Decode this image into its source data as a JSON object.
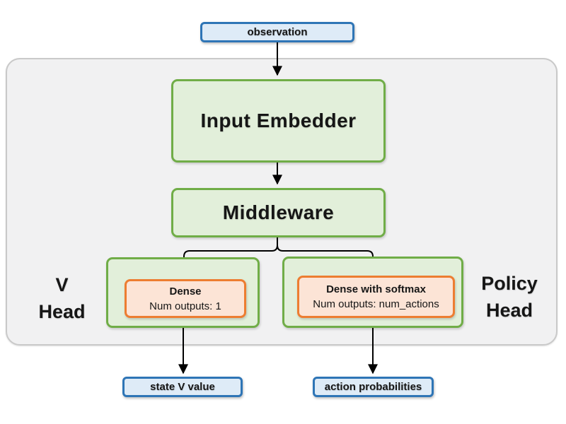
{
  "diagram": {
    "nodes": {
      "observation": {
        "label": "observation"
      },
      "input_embedder": {
        "label": "Input Embedder"
      },
      "middleware": {
        "label": "Middleware"
      },
      "v_head": {
        "label": "V\nHead",
        "dense": {
          "title": "Dense",
          "subtitle": "Num outputs: 1"
        }
      },
      "policy_head": {
        "label": "Policy\nHead",
        "dense": {
          "title": "Dense with softmax",
          "subtitle": "Num outputs: num_actions"
        }
      },
      "state_v_value": {
        "label": "state V value"
      },
      "action_probabilities": {
        "label": "action probabilities"
      }
    },
    "edges": [
      {
        "from": "observation",
        "to": "input_embedder"
      },
      {
        "from": "input_embedder",
        "to": "middleware"
      },
      {
        "from": "middleware",
        "to": "v_head_dense"
      },
      {
        "from": "middleware",
        "to": "policy_head_dense"
      },
      {
        "from": "v_head_dense",
        "to": "state_v_value"
      },
      {
        "from": "policy_head_dense",
        "to": "action_probabilities"
      }
    ],
    "colors": {
      "io_fill": "#deebf7",
      "io_border": "#2e75b6",
      "block_fill": "#e2efda",
      "block_border": "#70ad47",
      "layer_fill": "#fce4d6",
      "layer_border": "#ed7d31",
      "network_fill": "#f1f1f2",
      "network_border": "#c9c9c9",
      "arrow": "#000000"
    }
  }
}
